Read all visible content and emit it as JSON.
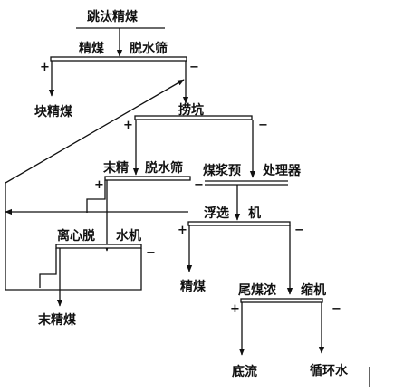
{
  "feed": "跳汰精煤",
  "screen1": {
    "left": "精煤",
    "right": "脱水筛",
    "plus": "+",
    "minus": "−"
  },
  "product_lump": "块精煤",
  "bucket": {
    "label": "捞坑",
    "plus": "+",
    "minus": "−"
  },
  "screen2": {
    "left": "末精",
    "right": "脱水筛",
    "plus": "+",
    "minus": "−"
  },
  "slurry_pre": {
    "left": "煤浆预",
    "right": "处理器"
  },
  "flotation": {
    "left": "浮选",
    "right": "机",
    "plus": "+",
    "minus": "−"
  },
  "centrifuge": {
    "left": "离心脱",
    "right": "水机",
    "minus": "−"
  },
  "product_fine": "末精煤",
  "product_flot": "精煤",
  "tailings": {
    "left": "尾煤浓",
    "right": "缩机",
    "plus": "+",
    "minus": "−"
  },
  "underflow": "底流",
  "circulating_water": "循环水"
}
